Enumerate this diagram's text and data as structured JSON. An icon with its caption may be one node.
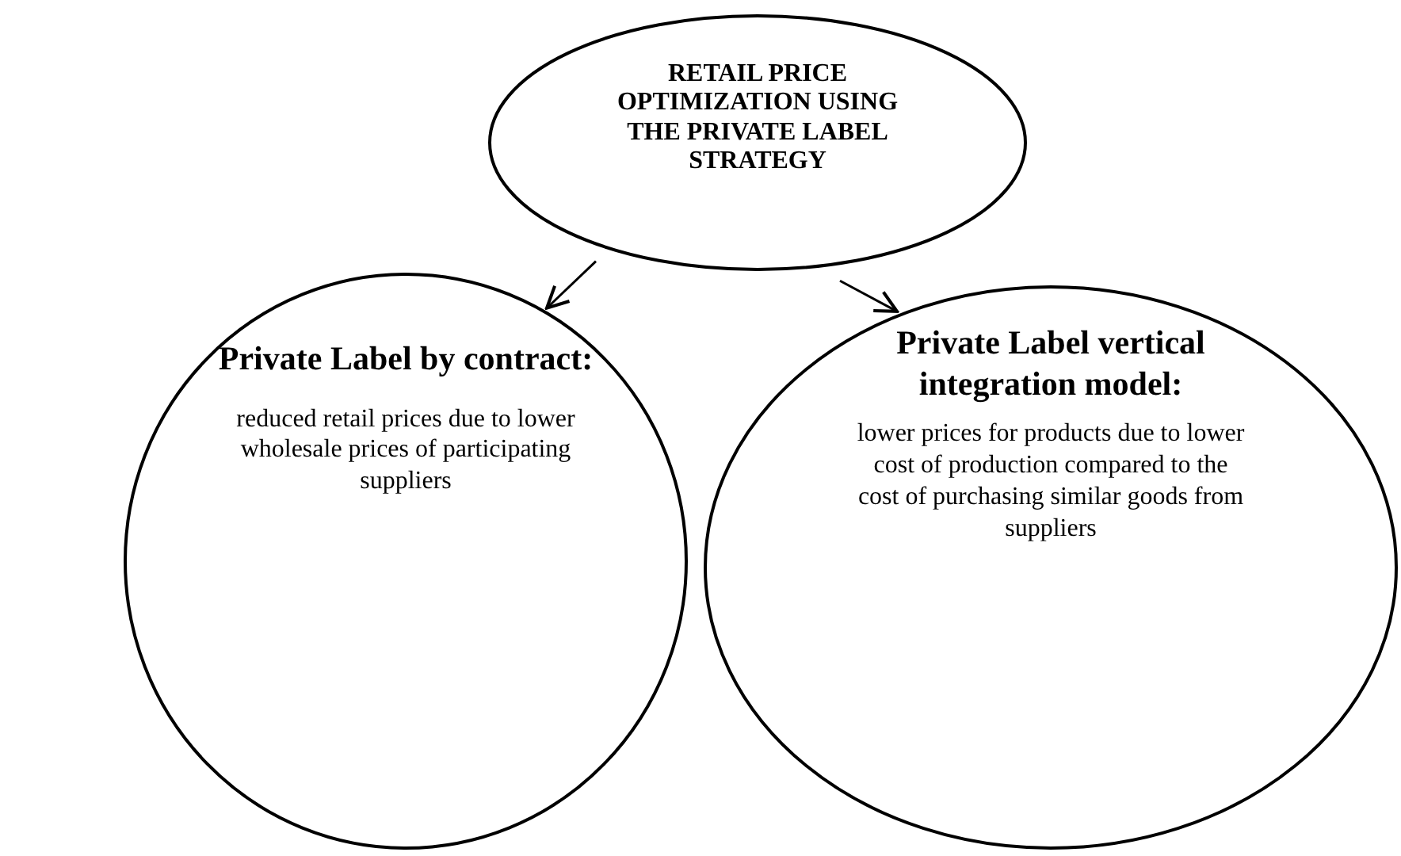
{
  "diagram": {
    "nodes": [
      {
        "text": [
          "RETAIL PRICE OPTIMIZATION USING THE PRIVATE LABEL STRATEGY"
        ]
      },
      {
        "text": [
          "Private Label by contract:",
          "reduced retail prices due to lower wholesale prices of participating suppliers"
        ]
      },
      {
        "text": [
          "Private Label vertical integration model:",
          "lower prices for products due to lower cost of production compared to the cost of purchasing similar goods from suppliers"
        ]
      }
    ],
    "edges": [
      {
        "from": 0,
        "to": 1,
        "arrow": "to"
      },
      {
        "from": 0,
        "to": 2,
        "arrow": "to"
      }
    ]
  }
}
